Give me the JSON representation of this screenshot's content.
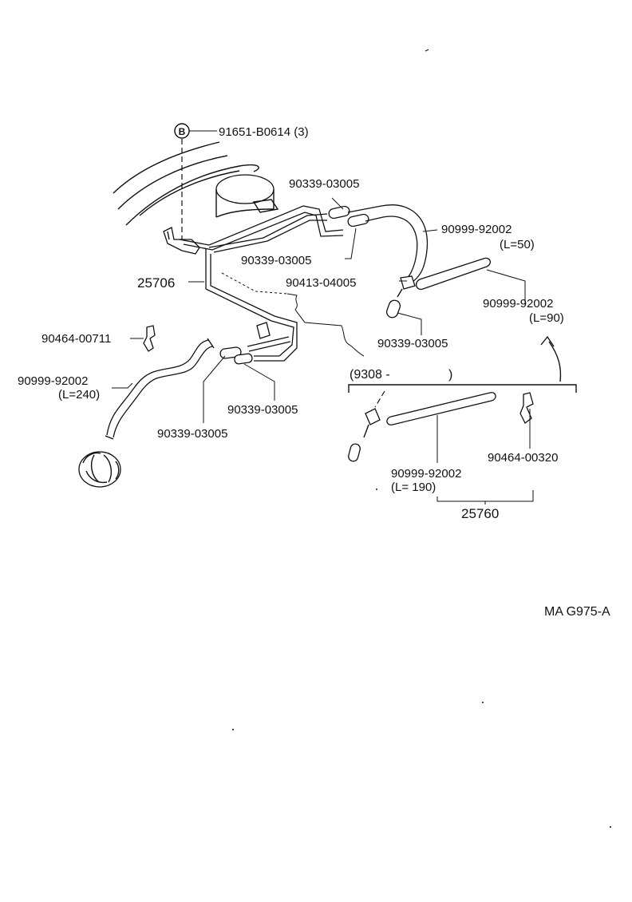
{
  "colors": {
    "ink": "#111111",
    "paper": "#ffffff"
  },
  "callout_b": {
    "letter": "B",
    "part": "91651-B0614 (3)"
  },
  "labels": {
    "p1": "90339-03005",
    "p2": "90999-92002",
    "p2_len": "(L=50)",
    "p3": "90339-03005",
    "p4": "90413-04005",
    "p5": "25706",
    "p6": "90999-92002",
    "p6_len": "(L=90)",
    "p7": "90339-03005",
    "p8": "90464-00711",
    "p9": "90999-92002",
    "p9_len": "(L=240)",
    "p10": "90339-03005",
    "p11": "90339-03005",
    "p12": "90999-92002",
    "p12_len": "(L= 190)",
    "p13": "90464-00320",
    "p14": "25760"
  },
  "date_range": {
    "start": "(9308 -",
    "end": ")"
  },
  "figure_code": "MA  G975-A"
}
